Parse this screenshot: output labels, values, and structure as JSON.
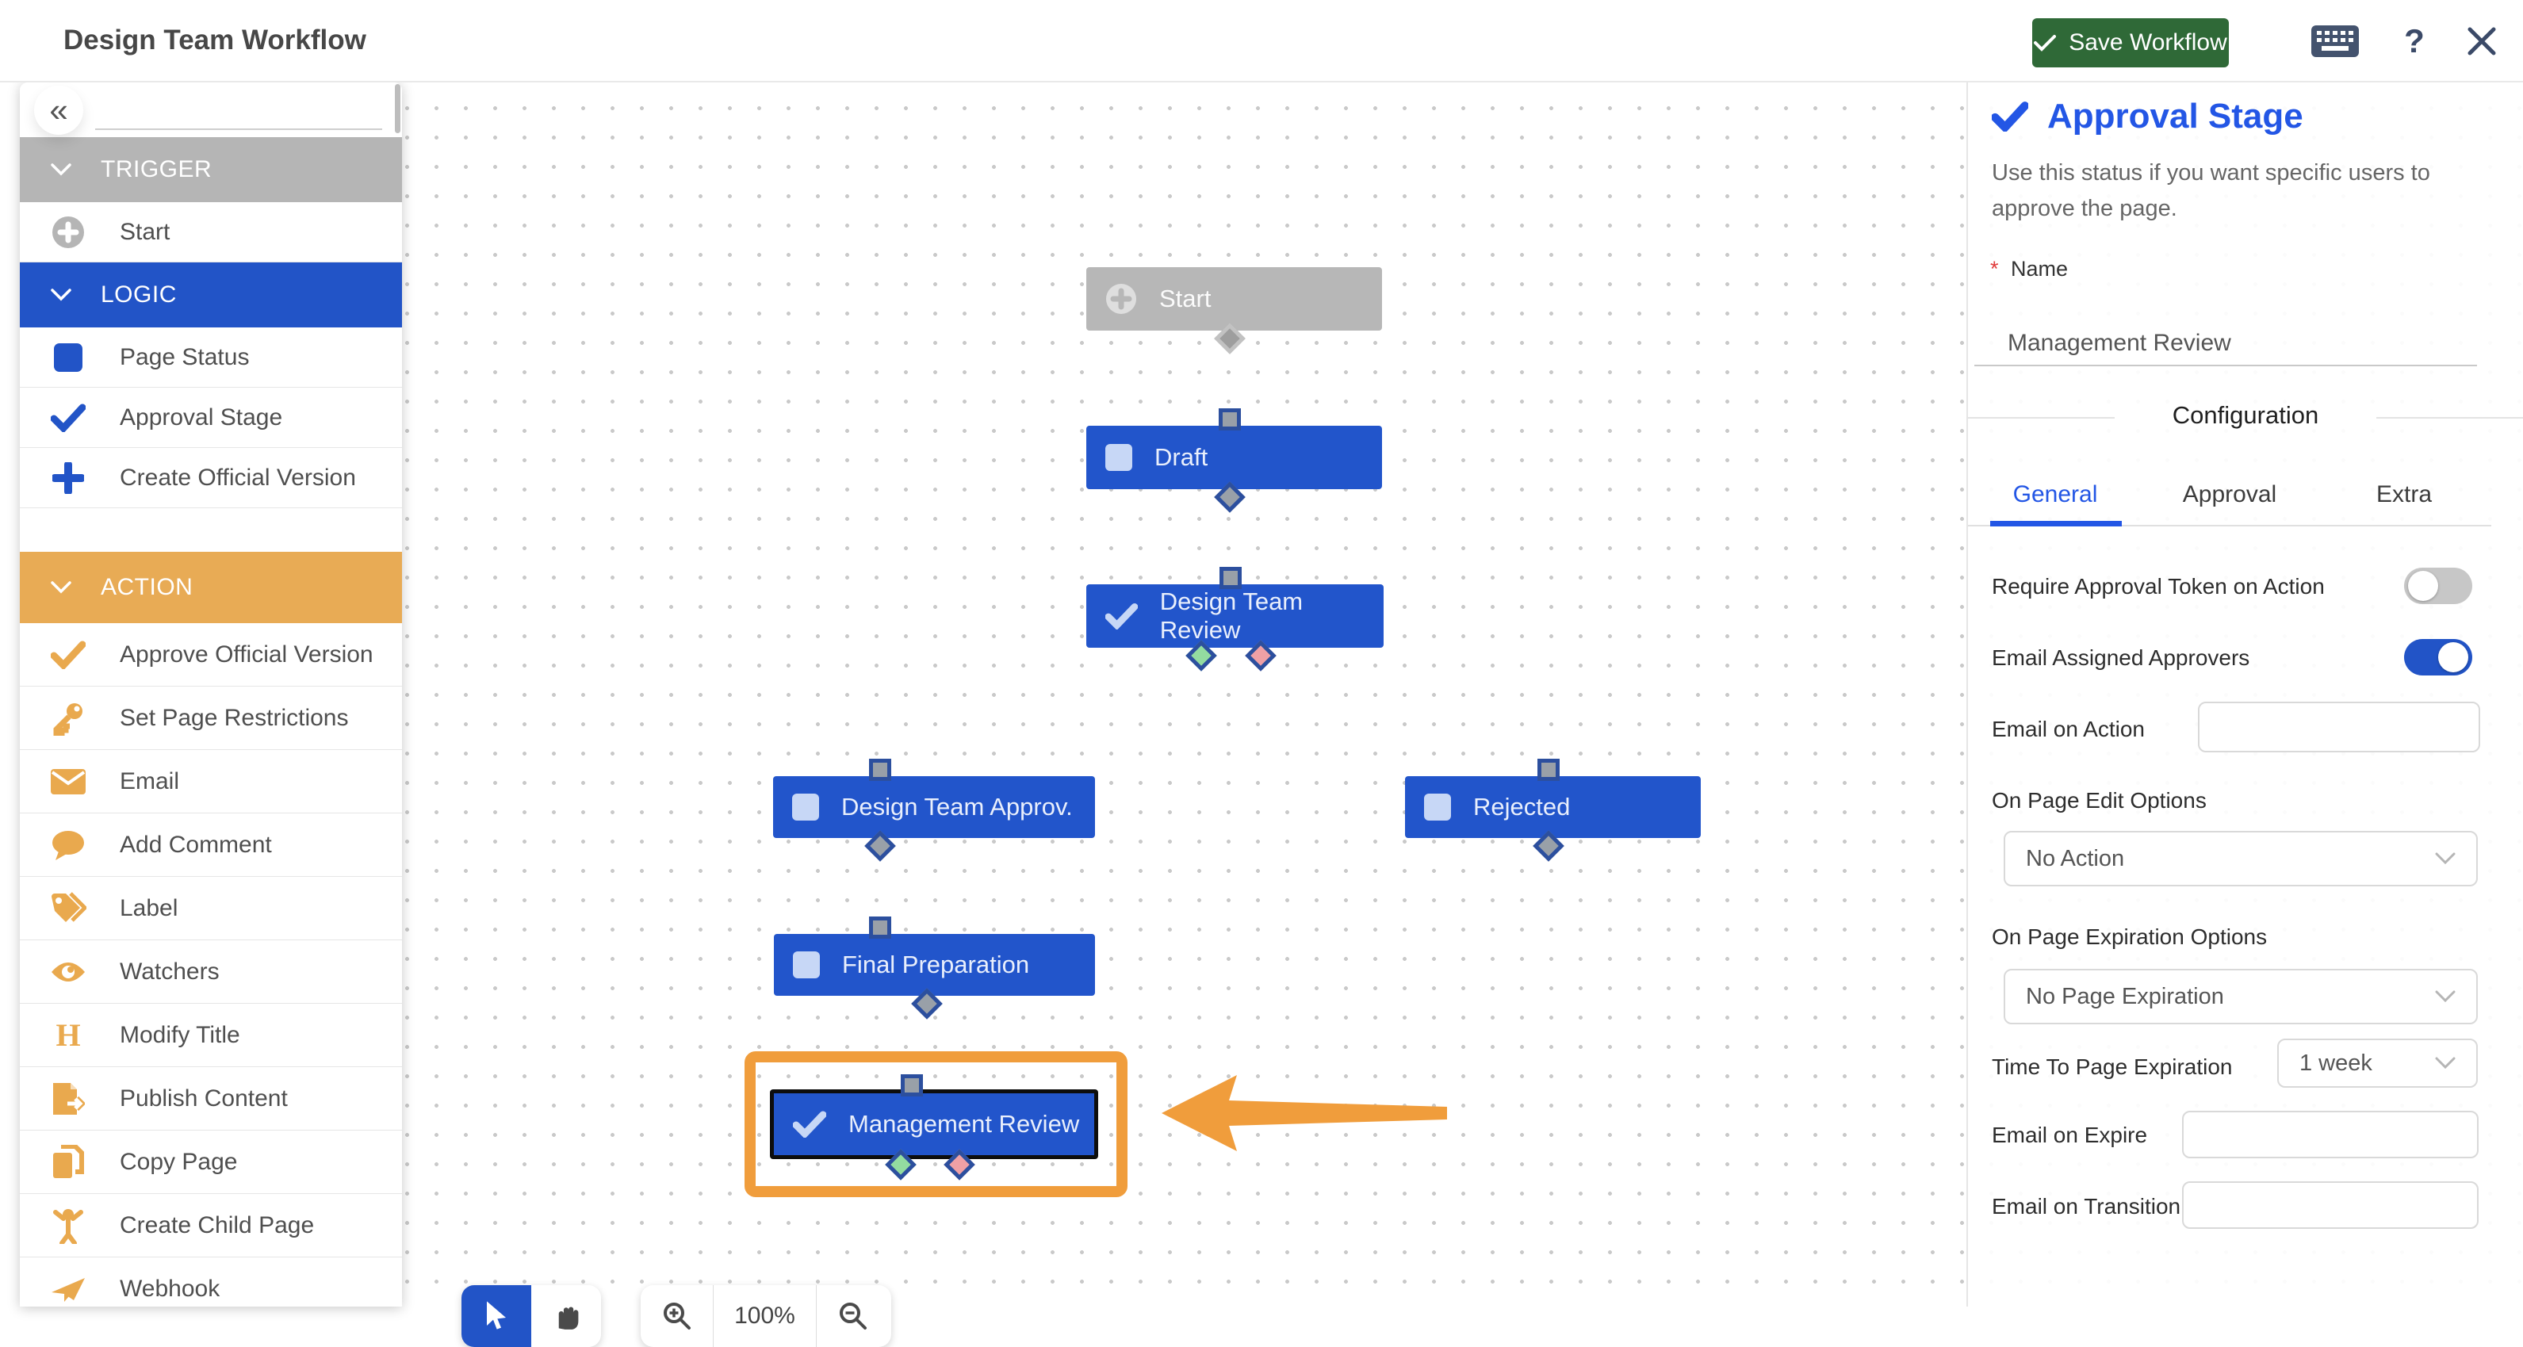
{
  "topbar": {
    "title": "Design Team Workflow",
    "save_label": "Save Workflow",
    "help_label": "?"
  },
  "sidebar": {
    "collapse_glyph": "«",
    "sections": [
      {
        "label": "TRIGGER"
      },
      {
        "label": "LOGIC"
      },
      {
        "label": "ACTION"
      }
    ],
    "trigger_items": [
      {
        "label": "Start",
        "icon": "circle-plus"
      }
    ],
    "logic_items": [
      {
        "label": "Page Status",
        "icon": "blue-square"
      },
      {
        "label": "Approval Stage",
        "icon": "blue-check"
      },
      {
        "label": "Create Official Version",
        "icon": "blue-plus"
      }
    ],
    "action_items": [
      {
        "label": "Approve Official Version",
        "icon": "orange-check"
      },
      {
        "label": "Set Page Restrictions",
        "icon": "key"
      },
      {
        "label": "Email",
        "icon": "envelope"
      },
      {
        "label": "Add Comment",
        "icon": "comment"
      },
      {
        "label": "Label",
        "icon": "tag"
      },
      {
        "label": "Watchers",
        "icon": "eye"
      },
      {
        "label": "Modify Title",
        "icon": "heading-h"
      },
      {
        "label": "Publish Content",
        "icon": "publish-doc"
      },
      {
        "label": "Copy Page",
        "icon": "copy"
      },
      {
        "label": "Create Child Page",
        "icon": "child"
      },
      {
        "label": "Webhook",
        "icon": "paper-plane"
      }
    ]
  },
  "canvas": {
    "nodes": [
      {
        "label": "Start",
        "kind": "start"
      },
      {
        "label": "Draft",
        "kind": "status"
      },
      {
        "label": "Design Team Review",
        "kind": "approval"
      },
      {
        "label": "Design Team Approv.",
        "kind": "status"
      },
      {
        "label": "Rejected",
        "kind": "status"
      },
      {
        "label": "Final Preparation",
        "kind": "status"
      },
      {
        "label": "Management Review",
        "kind": "approval",
        "selected": true
      }
    ],
    "zoom_level": "100%"
  },
  "inspector": {
    "title": "Approval Stage",
    "description": "Use this status if you want specific users to approve the page.",
    "required_marker": "*",
    "name_label": "Name",
    "name_value": "Management Review",
    "section_title": "Configuration",
    "tabs": [
      {
        "label": "General",
        "active": true
      },
      {
        "label": "Approval",
        "active": false
      },
      {
        "label": "Extra",
        "active": false
      }
    ],
    "toggle_rows": [
      {
        "label": "Require Approval Token on Action",
        "on": false
      },
      {
        "label": "Email Assigned Approvers",
        "on": true
      }
    ],
    "email_on_action_label": "Email on Action",
    "on_page_edit_label": "On Page Edit Options",
    "on_page_edit_value": "No Action",
    "on_page_expiration_label": "On Page Expiration Options",
    "on_page_expiration_value": "No Page Expiration",
    "time_to_expiration_label": "Time To Page Expiration",
    "time_to_expiration_value": "1 week",
    "email_on_expire_label": "Email on Expire",
    "email_on_transition_label": "Email on Transition"
  },
  "colors": {
    "brand_blue": "#2254c7",
    "heading_blue": "#2356e5",
    "action_orange": "#e8ab55",
    "highlight_orange": "#f09d3c",
    "save_green": "#2f6937",
    "node_gray": "#b7b7b7"
  }
}
